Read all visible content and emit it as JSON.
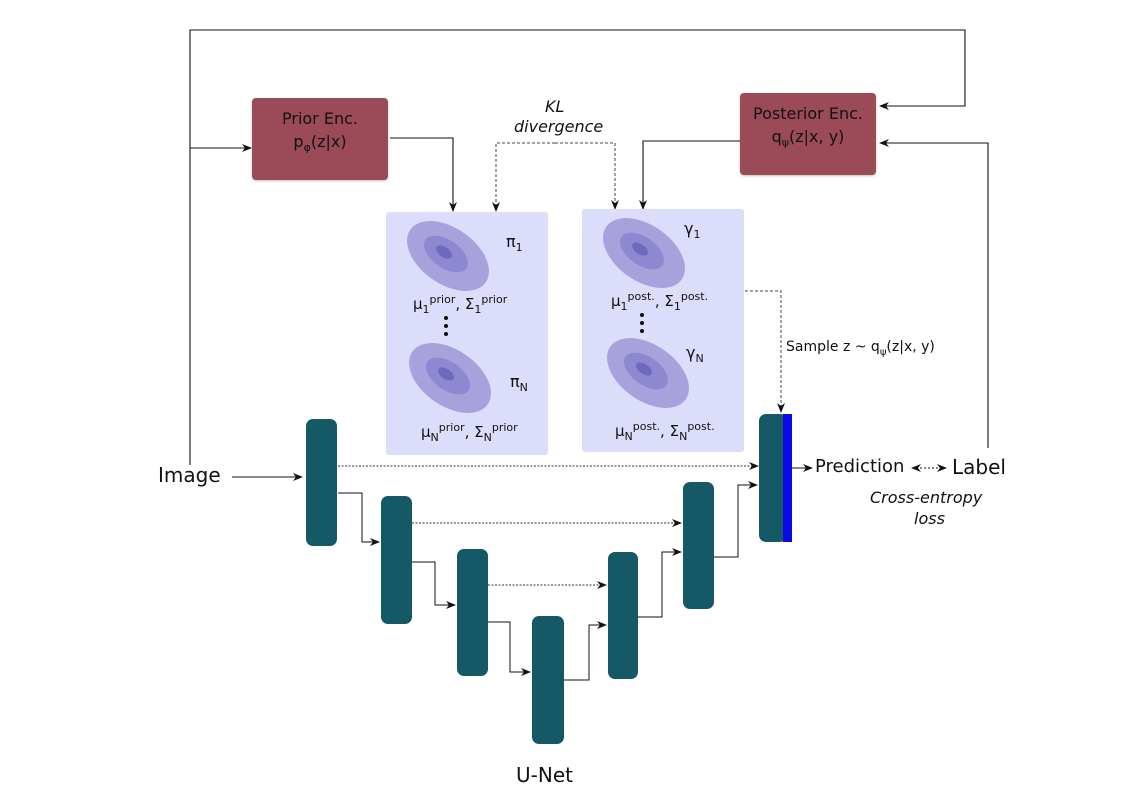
{
  "encoders": {
    "prior": {
      "title": "Prior Enc.",
      "formula": {
        "base": "p",
        "sub": "φ",
        "rest": "(z|x)"
      }
    },
    "posterior": {
      "title": "Posterior Enc.",
      "formula": {
        "base": "q",
        "sub": "ψ",
        "rest": "(z|x, y)"
      }
    }
  },
  "kl_label": {
    "line1": "KL",
    "line2": "divergence"
  },
  "prior_panel": {
    "weight_first": {
      "base": "π",
      "sub": "1"
    },
    "weight_last": {
      "base": "π",
      "sub": "N"
    },
    "params_first": {
      "mu": "μ",
      "mu_sub": "1",
      "mu_sup": "prior",
      "sigma": "Σ",
      "sigma_sub": "1",
      "sigma_sup": "prior"
    },
    "params_last": {
      "mu": "μ",
      "mu_sub": "N",
      "mu_sup": "prior",
      "sigma": "Σ",
      "sigma_sub": "N",
      "sigma_sup": "prior"
    }
  },
  "posterior_panel": {
    "weight_first": {
      "base": "γ",
      "sub": "1"
    },
    "weight_last": {
      "base": "γ",
      "sub": "N"
    },
    "params_first": {
      "mu": "μ",
      "mu_sub": "1",
      "mu_sup": "post.",
      "sigma": "Σ",
      "sigma_sub": "1",
      "sigma_sup": "post."
    },
    "params_last": {
      "mu": "μ",
      "mu_sub": "N",
      "mu_sup": "post.",
      "sigma": "Σ",
      "sigma_sub": "N",
      "sigma_sup": "post."
    }
  },
  "sample_label": {
    "text": "Sample z ~ q",
    "sub": "ψ",
    "rest": "(z|x, y)"
  },
  "image_label": "Image",
  "prediction_label": "Prediction",
  "label_label": "Label",
  "loss_label": {
    "line1": "Cross-entropy",
    "line2": "loss"
  },
  "unet_label": "U-Net",
  "colors": {
    "encoder": "#9b4a58",
    "panel": "#dcdcfb",
    "unet_block": "#155866",
    "output_channel": "#0a0ae8",
    "gaussian_outer": "#a7a2dc",
    "gaussian_mid": "#8e88d0",
    "gaussian_inner": "#6f68bd"
  }
}
